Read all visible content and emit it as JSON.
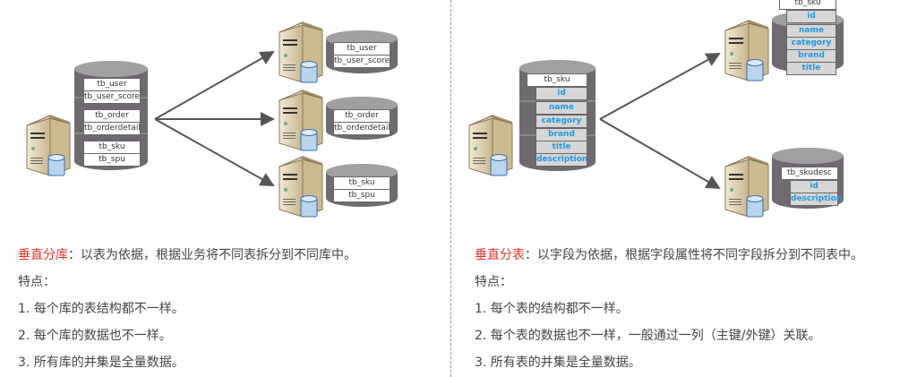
{
  "left": {
    "source_tables": [
      "tb_user",
      "tb_user_score",
      "tb_order",
      "tb_orderdetail",
      "tb_sku",
      "tb_spu"
    ],
    "targets": [
      {
        "tables": [
          "tb_user",
          "tb_user_score"
        ]
      },
      {
        "tables": [
          "tb_order",
          "tb_orderdetail"
        ]
      },
      {
        "tables": [
          "tb_sku",
          "tb_spu"
        ]
      }
    ],
    "title_term": "垂直分库",
    "title_rest": "：以表为依据，根据业务将不同表拆分到不同库中。",
    "features_label": "特点：",
    "features": [
      "1.   每个库的表结构都不一样。",
      "2.   每个库的数据也不一样。",
      "3.   所有库的并集是全量数据。"
    ]
  },
  "right": {
    "source_table": "tb_sku",
    "source_fields": [
      "id",
      "name",
      "category",
      "brand",
      "title",
      "description"
    ],
    "target1": {
      "table": "tb_sku",
      "fields": [
        "id",
        "name",
        "category",
        "brand",
        "title"
      ]
    },
    "target2": {
      "table": "tb_skudesc",
      "fields": [
        "id",
        "description"
      ]
    },
    "title_term": "垂直分表",
    "title_rest": "：以字段为依据，根据字段属性将不同字段拆分到不同表中。",
    "features_label": "特点：",
    "features": [
      "1.   每个表的结构都不一样。",
      "2.   每个表的数据也不一样，一般通过一列（主键/外键）关联。",
      "3.   所有表的并集是全量数据。"
    ]
  },
  "colors": {
    "highlight": "#e8332a",
    "field_text": "#1e9be8",
    "cylinder": "#6f6a70",
    "server": "#d9c9a3"
  },
  "icons": [
    "server-icon",
    "database-icon",
    "arrow-icon"
  ]
}
